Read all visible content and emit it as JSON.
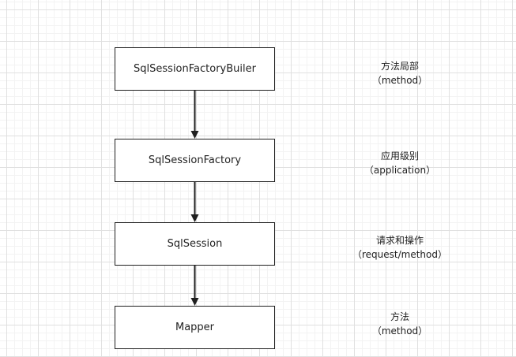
{
  "nodes": [
    {
      "label": "SqlSessionFactoryBuiler",
      "scope": "方法局部",
      "scope_en": "（method）"
    },
    {
      "label": "SqlSessionFactory",
      "scope": "应用级别",
      "scope_en": "（application）"
    },
    {
      "label": "SqlSession",
      "scope": "请求和操作",
      "scope_en": "（request/method）"
    },
    {
      "label": "Mapper",
      "scope": "方法",
      "scope_en": "（method）"
    }
  ],
  "colors": {
    "border": "#1f1f1f",
    "text": "#222222",
    "grid": "#e0e0e0"
  }
}
